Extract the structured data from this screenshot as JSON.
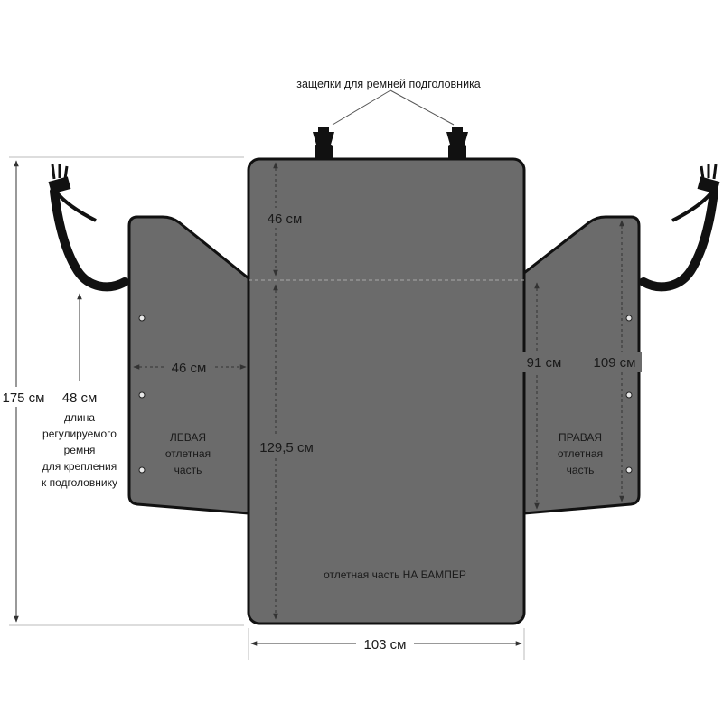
{
  "labels": {
    "headrest_clips": "защелки для ремней подголовника",
    "top_height": "46 см",
    "total_height": "175 см",
    "strap_length": "48 см",
    "strap_caption": [
      "длина",
      "регулируемого",
      "ремня",
      "для крепления",
      "к подголовнику"
    ],
    "side_flap_width": "46 см",
    "main_length": "129,5 см",
    "right_inner_height": "91 см",
    "right_outer_height": "109 см",
    "left_flap": [
      "ЛЕВАЯ",
      "отлетная",
      "часть"
    ],
    "right_flap": [
      "ПРАВАЯ",
      "отлетная",
      "часть"
    ],
    "bumper_flap": "отлетная часть НА БАМПЕР",
    "width": "103 см"
  },
  "colors": {
    "fabric": "#6b6b6b",
    "outline": "#111111",
    "dimension_line": "#333333"
  }
}
